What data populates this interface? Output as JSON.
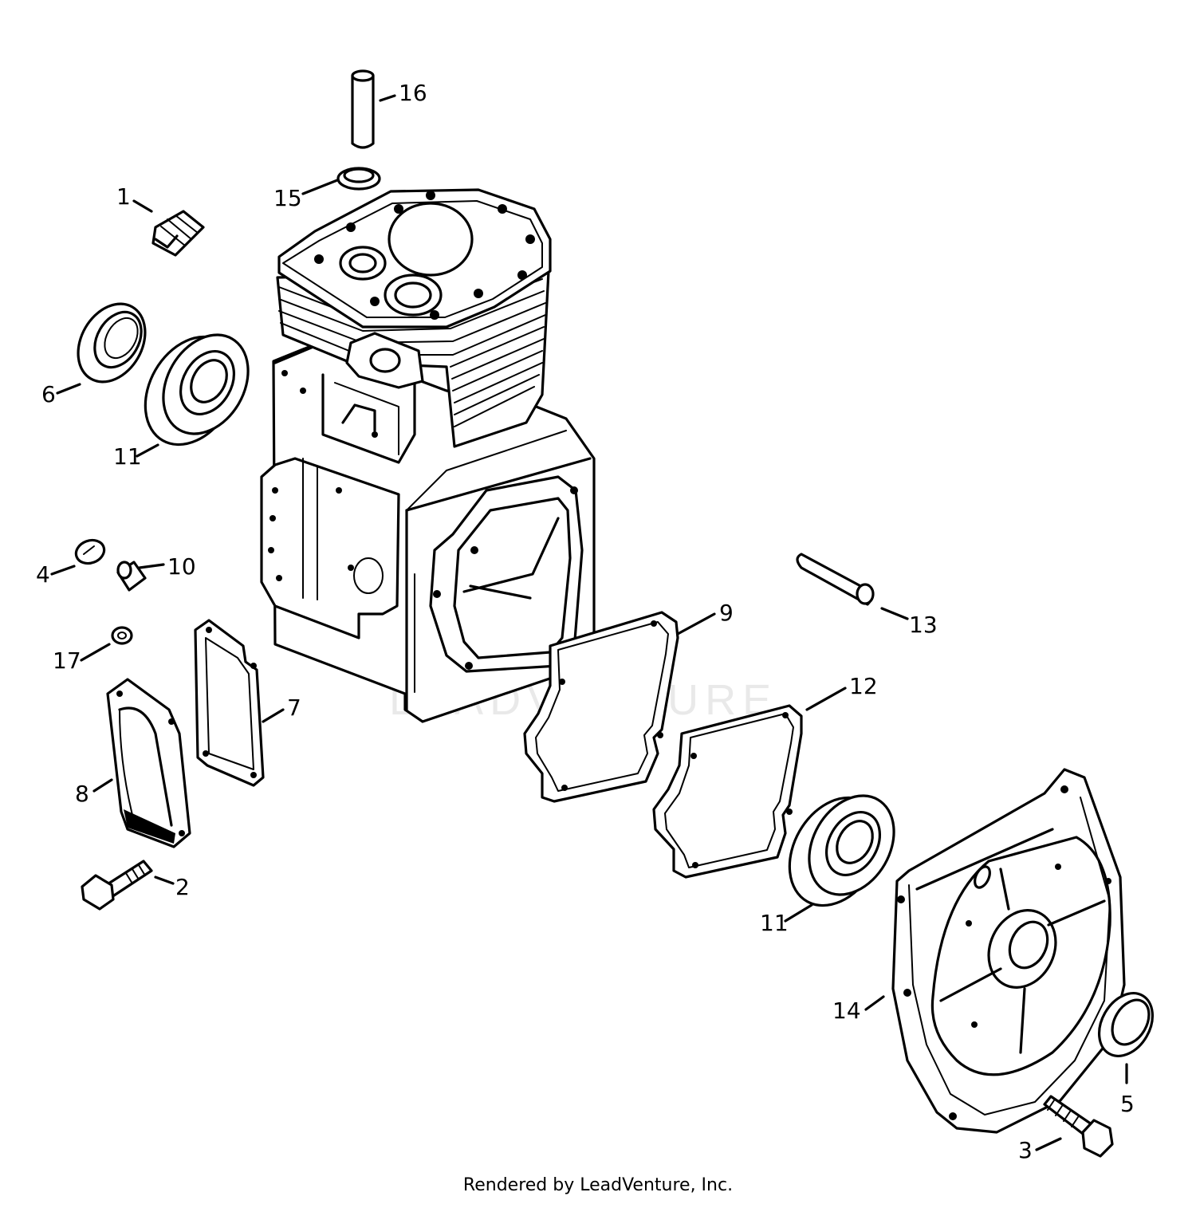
{
  "watermark": "LEADVENTURE",
  "footer": "Rendered by LeadVenture, Inc.",
  "callouts": [
    "1",
    "2",
    "3",
    "4",
    "5",
    "6",
    "7",
    "8",
    "9",
    "10",
    "11",
    "11",
    "11",
    "12",
    "13",
    "14",
    "15",
    "16",
    "17"
  ]
}
